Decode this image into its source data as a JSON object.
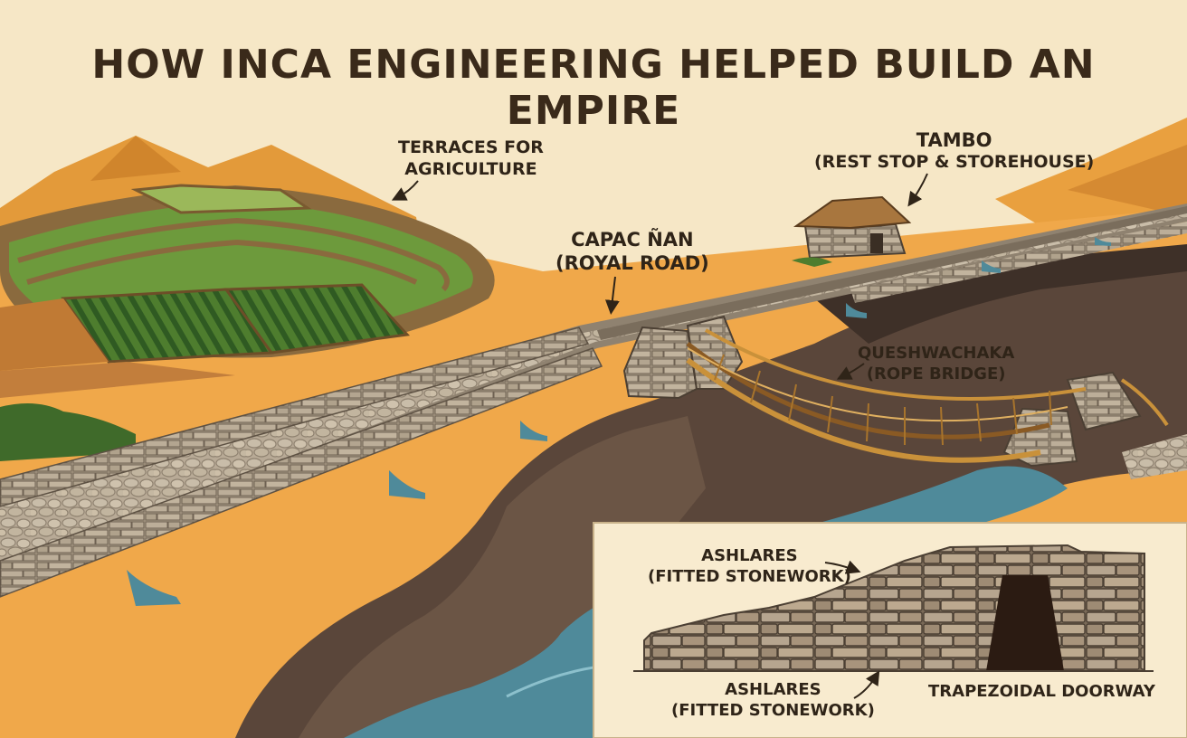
{
  "title": "HOW INCA ENGINEERING HELPED BUILD AN EMPIRE",
  "labels": {
    "terraces": {
      "line1": "TERRACES FOR",
      "line2": "AGRICULTURE"
    },
    "tambo": {
      "line1": "TAMBO",
      "line2": "(REST STOP & STOREHOUSE)"
    },
    "road": {
      "line1": "CAPAC ÑAN",
      "line2": "(ROYAL ROAD)"
    },
    "bridge": {
      "line1": "QUESHWACHAKA",
      "line2": "(ROPE BRIDGE)"
    },
    "ashlares_top": {
      "line1": "ASHLARES",
      "line2": "(FITTED STONEWORK)"
    },
    "ashlares_bottom": {
      "line1": "ASHLARES",
      "line2": "(FITTED STONEWORK)"
    },
    "doorway": {
      "line1": "TRAPEZOIDAL DOORWAY"
    }
  },
  "colors": {
    "background": "#f6e7c6",
    "mountain": "#e9a03f",
    "ground": "#f0a84a",
    "canyon": "#5a463a",
    "river": "#4f8a9a",
    "stone": "#b8aa96",
    "terrace_green": "#6d9a3c",
    "rope": "#c9913a",
    "text": "#2f2418",
    "inset_panel": "#f8ebcf"
  }
}
